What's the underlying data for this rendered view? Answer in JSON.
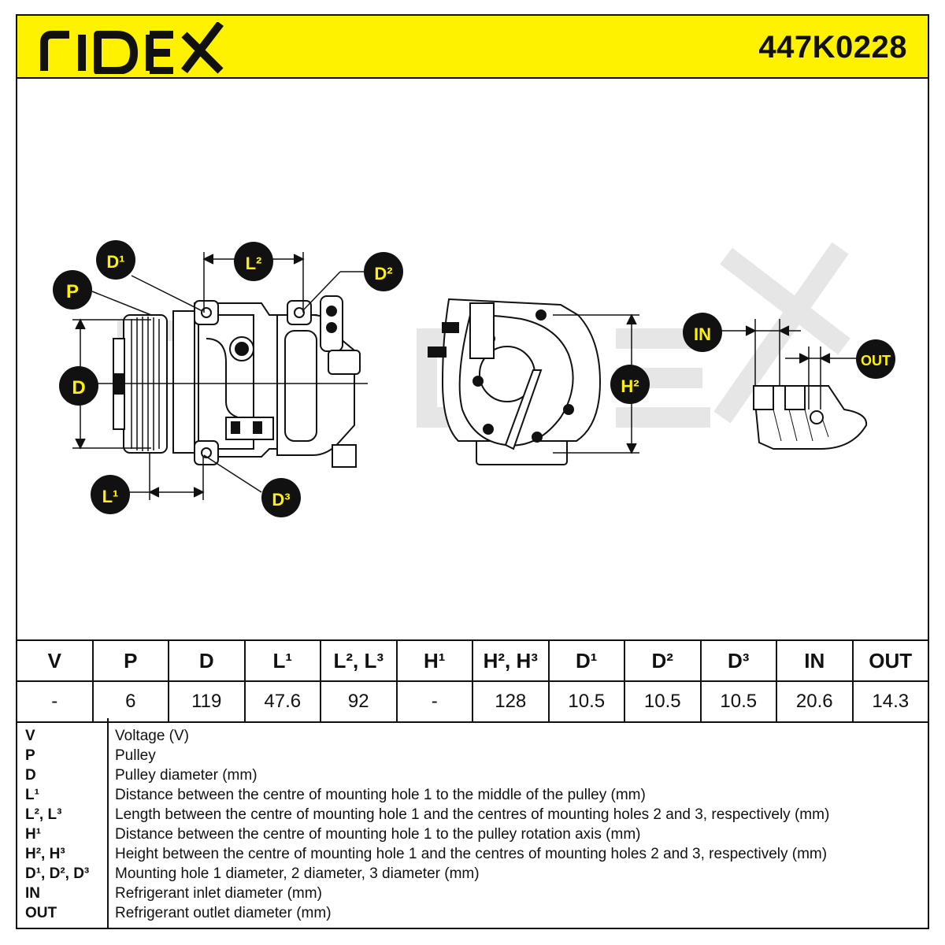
{
  "header": {
    "brand": "RIDEX",
    "part_number": "447K0228"
  },
  "callouts": {
    "P": "P",
    "D": "D",
    "D1": "D¹",
    "L2": "L²",
    "D2": "D²",
    "L1": "L¹",
    "D3": "D³",
    "H2": "H²",
    "IN": "IN",
    "OUT": "OUT"
  },
  "table": {
    "headers": [
      "V",
      "P",
      "D",
      "L¹",
      "L², L³",
      "H¹",
      "H², H³",
      "D¹",
      "D²",
      "D³",
      "IN",
      "OUT"
    ],
    "values": [
      "-",
      "6",
      "119",
      "47.6",
      "92",
      "-",
      "128",
      "10.5",
      "10.5",
      "10.5",
      "20.6",
      "14.3"
    ]
  },
  "legend": [
    {
      "sym": "V",
      "desc": "Voltage (V)"
    },
    {
      "sym": "P",
      "desc": "Pulley"
    },
    {
      "sym": "D",
      "desc": "Pulley diameter (mm)"
    },
    {
      "sym": "L¹",
      "desc": "Distance between the centre of mounting hole 1 to the middle of the pulley (mm)"
    },
    {
      "sym": "L², L³",
      "desc": "Length between the centre of mounting hole 1 and the centres of mounting holes 2 and 3, respectively (mm)"
    },
    {
      "sym": "H¹",
      "desc": "Distance between the centre of mounting hole 1 to the pulley rotation axis (mm)"
    },
    {
      "sym": "H², H³",
      "desc": "Height between the centre of mounting hole 1 and the centres of mounting holes 2 and 3, respectively (mm)"
    },
    {
      "sym": "D¹, D², D³",
      "desc": "Mounting hole 1 diameter, 2 diameter, 3 diameter (mm)"
    },
    {
      "sym": "IN",
      "desc": "Refrigerant inlet diameter (mm)"
    },
    {
      "sym": "OUT",
      "desc": "Refrigerant outlet diameter (mm)"
    }
  ],
  "colors": {
    "accent": "#fff200",
    "ink": "#111111",
    "watermark": "#e6e6e6"
  }
}
